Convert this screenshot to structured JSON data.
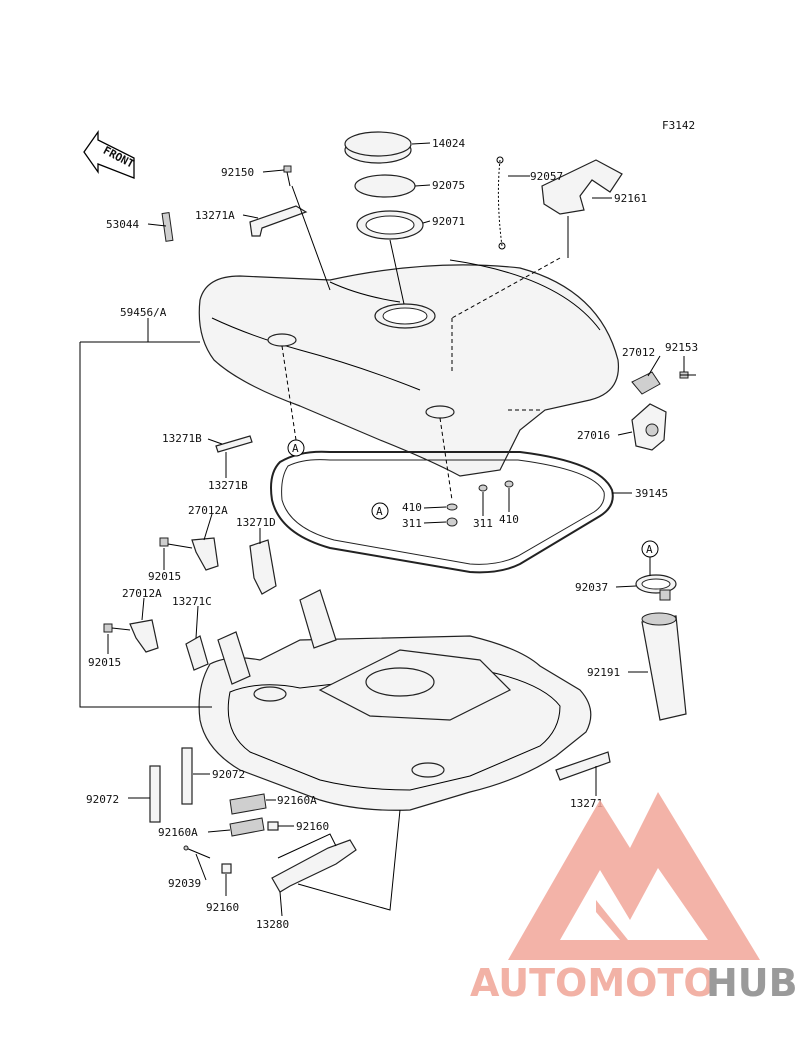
{
  "diagram_code": "F3142",
  "front_arrow_label": "FRONT",
  "parts": {
    "p14024": "14024",
    "p92075": "92075",
    "p92071": "92071",
    "p92057": "92057",
    "p92161": "92161",
    "p92150": "92150",
    "p13271A": "13271A",
    "p53044": "53044",
    "p59456A": "59456/A",
    "p27012": "27012",
    "p92153": "92153",
    "p27016": "27016",
    "p13271B_top": "13271B",
    "p13271B_bot": "13271B",
    "p410_left": "410",
    "p311_left": "311",
    "p311_right": "311",
    "p410_right": "410",
    "p39145": "39145",
    "p27012A_top": "27012A",
    "p13271D": "13271D",
    "p92015_top": "92015",
    "p27012A_bot": "27012A",
    "p13271C": "13271C",
    "p92015_bot": "92015",
    "p92037": "92037",
    "p92191": "92191",
    "p92072_right": "92072",
    "p92072_left": "92072",
    "p92160A_top": "92160A",
    "p92160A_left": "92160A",
    "p92160_right": "92160",
    "p92039": "92039",
    "p92160_bot": "92160",
    "p13280": "13280",
    "p13271": "13271"
  },
  "reference_marks": {
    "a1": "A",
    "a2": "A",
    "a3": "A"
  },
  "watermark": {
    "part1": "AUTOMOTO",
    "part2": "HUB",
    "color_primary": "#f2a69a",
    "color_secondary": "#9a9a9a"
  }
}
